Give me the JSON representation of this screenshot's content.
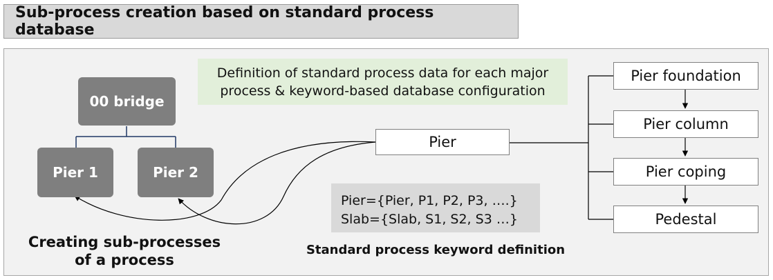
{
  "title": "Sub-process creation based on standard process database",
  "definition_note": {
    "line1": "Definition of standard process data for each major",
    "line2": "process & keyword-based database configuration"
  },
  "tree": {
    "root": "00 bridge",
    "children": [
      "Pier 1",
      "Pier 2"
    ]
  },
  "center_node": "Pier",
  "process_chain": [
    "Pier foundation",
    "Pier column",
    "Pier coping",
    "Pedestal"
  ],
  "keywords": {
    "line1": "Pier={Pier, P1, P2, P3, ….}",
    "line2": "Slab={Slab, S1, S2, S3 …}"
  },
  "captions": {
    "left_line1": "Creating sub-processes",
    "left_line2": "of a process",
    "right": "Standard process keyword definition"
  }
}
